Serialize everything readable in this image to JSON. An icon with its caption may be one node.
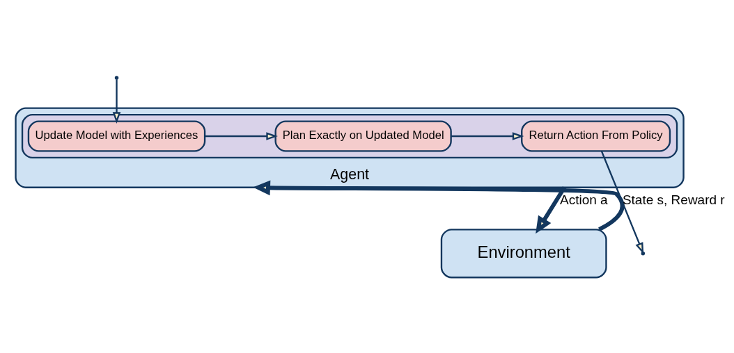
{
  "diagram": {
    "nodes": [
      {
        "text": [
          "Agent"
        ]
      },
      {
        "text": [],
        "shape": "box",
        "in": 0
      },
      {
        "text": [
          "Update Model with Experiences"
        ],
        "in": 1
      },
      {
        "text": [
          "Plan Exactly on Updated Model"
        ],
        "in": 1
      },
      {
        "text": [
          "Return Action From Policy"
        ],
        "in": 1
      },
      {
        "text": [
          "Environment"
        ]
      }
    ],
    "edges": [
      {
        "from": null,
        "to": 2,
        "arrow": "to"
      },
      {
        "from": 2,
        "to": 3,
        "arrow": "to"
      },
      {
        "from": 3,
        "to": 4,
        "arrow": "to"
      },
      {
        "from": 4,
        "to": null,
        "arrow": "to"
      },
      {
        "from": 0,
        "to": 5,
        "arrow": "to",
        "label": "Action a",
        "style": "thick"
      },
      {
        "from": 5,
        "to": 0,
        "arrow": "to",
        "label": "State s, Reward r",
        "style": "thick"
      }
    ]
  }
}
